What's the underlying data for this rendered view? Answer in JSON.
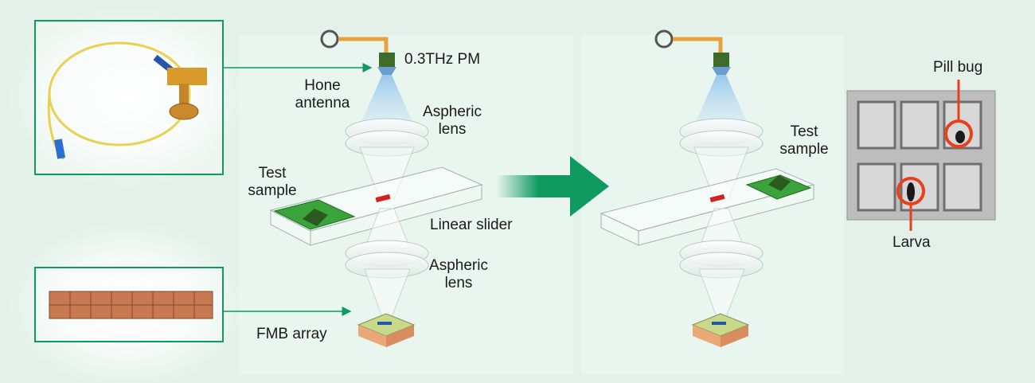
{
  "labels": {
    "pm": "0.3THz PM",
    "horn": "Hone\nantenna",
    "aspheric_top": "Aspheric\nlens",
    "test_sample_left": "Test\nsample",
    "linear_slider": "Linear slider",
    "aspheric_bottom": "Aspheric\nlens",
    "fmb_array": "FMB array",
    "test_sample_right": "Test\nsample",
    "pill_bug": "Pill bug",
    "larva": "Larva"
  },
  "colors": {
    "background": "#e3f1ea",
    "accent_green": "#0f9a60",
    "callout_red": "#e8401c",
    "sample_green": "#3aa33a",
    "waveguide_gold": "#e8a23a"
  }
}
